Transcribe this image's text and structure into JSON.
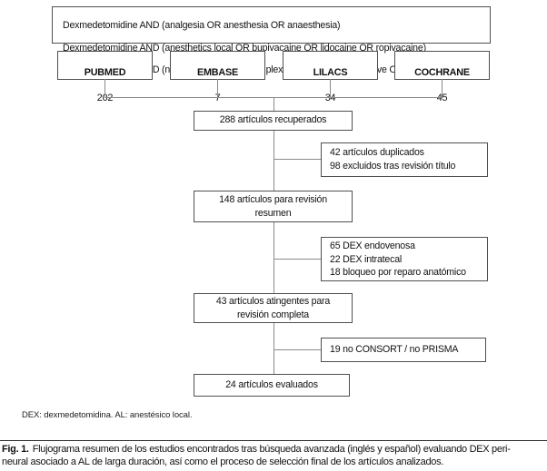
{
  "colors": {
    "box_border": "#4f4f4f",
    "connector_line": "#8a8a8a",
    "text": "#111111",
    "separator_rule": "#2b2b2b"
  },
  "search_strategy": {
    "lines": [
      "Dexmedetomidine AND (analgesia OR anesthesia OR anaesthesia)",
      "Dexmedetomidine AND (anesthetics local OR bupivacaine OR lidocaine OR ropivacaine)",
      "Dexmedetomidine AND (nerve block OR brachial plexus block OR sciatic nerve OR femoral nerve)"
    ]
  },
  "databases": [
    {
      "name": "PUBMED",
      "count": "202"
    },
    {
      "name": "EMBASE",
      "count": "7"
    },
    {
      "name": "LILACS",
      "count": "34"
    },
    {
      "name": "COCHRANE",
      "count": "45"
    }
  ],
  "flow": {
    "retrieved": "288 artículos recuperados",
    "excluded_title": "42 artículos duplicados\n98 excluidos tras revisión título",
    "abstract_review": "148 artículos para revisión\nresumen",
    "excluded_route": "65 DEX endovenosa\n22 DEX intratecal\n18 bloqueo por reparo anatómico",
    "full_review": "43 artículos atingentes para\nrevisión completa",
    "excluded_reporting": "19 no CONSORT / no PRISMA",
    "evaluated": "24 artículos evaluados"
  },
  "footnote": "DEX: dexmedetomidina. AL: anestésico local.",
  "caption": {
    "label": "Fig. 1.",
    "line1": "Flujograma resumen de los estudios encontrados tras búsqueda avanzada (inglés y español) evaluando DEX peri-",
    "line2": "neural asociado a AL de larga duración, así como el proceso de selección final de los artículos analizados."
  }
}
